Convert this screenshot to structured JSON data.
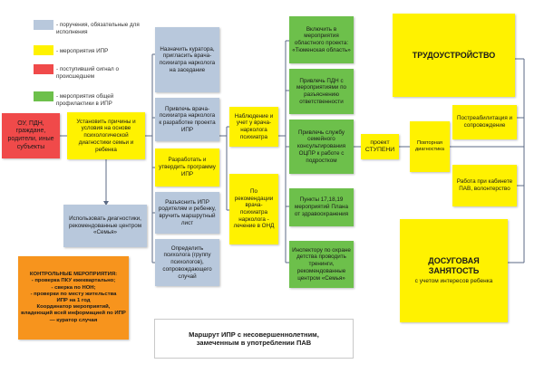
{
  "legend": [
    {
      "color": "#b8c8dc",
      "label": "- поручения, обязательные для исполнения"
    },
    {
      "color": "#fff200",
      "label": "- мероприятия ИПР"
    },
    {
      "color": "#f04a4a",
      "label": "- поступивший сигнал о происшедшем"
    },
    {
      "color": "#6dc04b",
      "label": "- мероприятия общей профилактики в ИПР"
    }
  ],
  "nodes": {
    "signal": "ОУ, ПДН, граждане, родители, иные субъекты",
    "establish_causes": "Установить причины и условия на основе психологической диагностики семьи и ребенка",
    "use_diagnostics": "Использовать диагностики, рекомендованные центром «Семья»",
    "appoint_curator": "Назначить куратора, пригласить врача-психиатра нарколога на заседание",
    "involve_psychiatrist": "Привлечь врача-психиатра нарколога к разработке проекта ИПР",
    "develop_program": "Разработать и утвердить программу ИПР",
    "explain_ipr": "Разъяснить ИПР родителям и ребенку, вручить маршрутный лист",
    "assign_psychologist": "Определить психолога (группу психологов), сопровождающего случай",
    "observation": "Наблюдение и учет у врача-нарколога психиатра",
    "treatment": "По рекомендации врача-психиатра нарколога - лечение в ОНД",
    "regional_project": "Включить в мероприятия областного проекта: «Тюменская область»",
    "pdn_involve": "Привлечь ПДН с мероприятиями по разъяснению ответственности",
    "family_service": "Привлечь службу семейного консультирования ОЦПР к работе с подростком",
    "points_plan": "Пункты 17,18,19 мероприятий Плана от здравоохранения",
    "inspector": "Инспектору по охране детства проводить тренинги, рекомендованные центром «Семья»",
    "project_steps": "проект СТУПЕНИ",
    "repeat_diag": "Повторная диагностика",
    "employment": "ТРУДОУСТРОЙСТВО",
    "postrehab": "Постреабилитация и сопровождение",
    "work_pdn": "Работа при кабинете ПАВ, волонтерство",
    "leisure_title": "ДОСУГОВАЯ ЗАНЯТОСТЬ",
    "leisure_sub": "с учетом интересов ребенка",
    "control_title": "КОНТРОЛЬНЫЕ МЕРОПРИЯТИЯ:",
    "control_1": "- проверка ПКУ ежеквартально;",
    "control_2": "- сверка по НОН;",
    "control_3": "- проверки по месту жительства",
    "control_4": "ИПР на 1 год",
    "control_5": "Координатор мероприятий, владеющий всей информацией по ИПР — куратор случая",
    "caption_1": "Маршрут ИПР с несовершеннолетним,",
    "caption_2": "замеченным в употреблении ПАВ"
  }
}
